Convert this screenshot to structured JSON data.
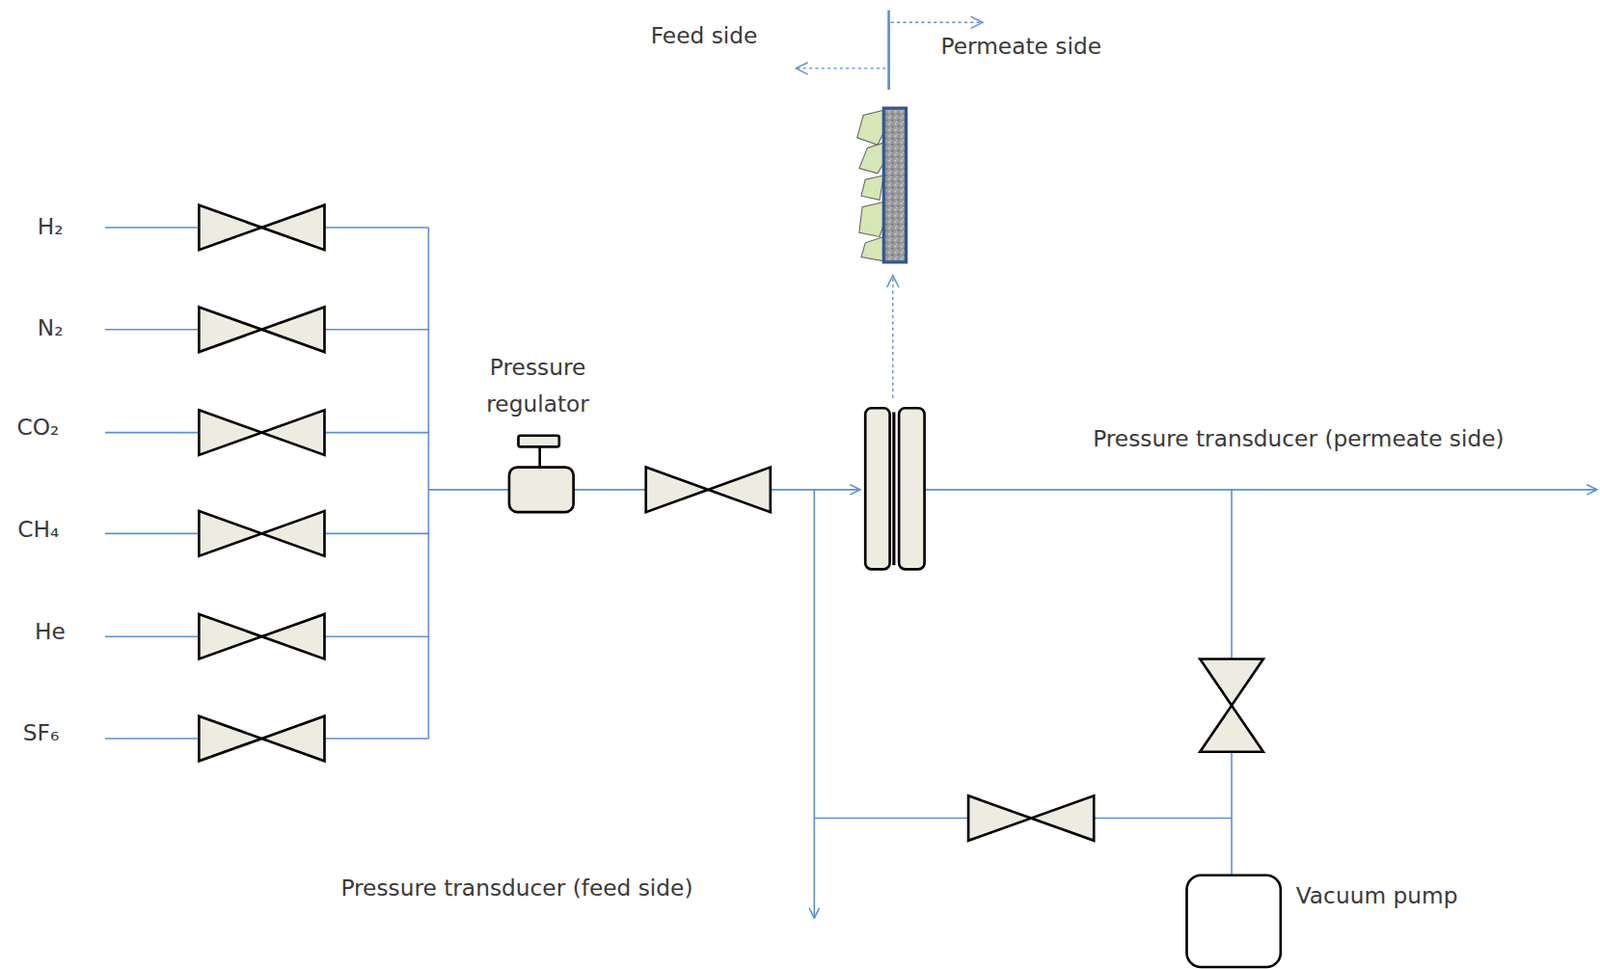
{
  "diagram": {
    "nodes": [
      {
        "text": [
          "Vacuum pump"
        ]
      }
    ],
    "labels": [
      "H₂",
      "N₂",
      "CO₂",
      "CH₄",
      "He",
      "SF₆",
      "Pressure regulator",
      "Pressure transducer (permeate side)",
      "Pressure transducer (feed side)",
      "Feed side",
      "Permeate side"
    ]
  }
}
